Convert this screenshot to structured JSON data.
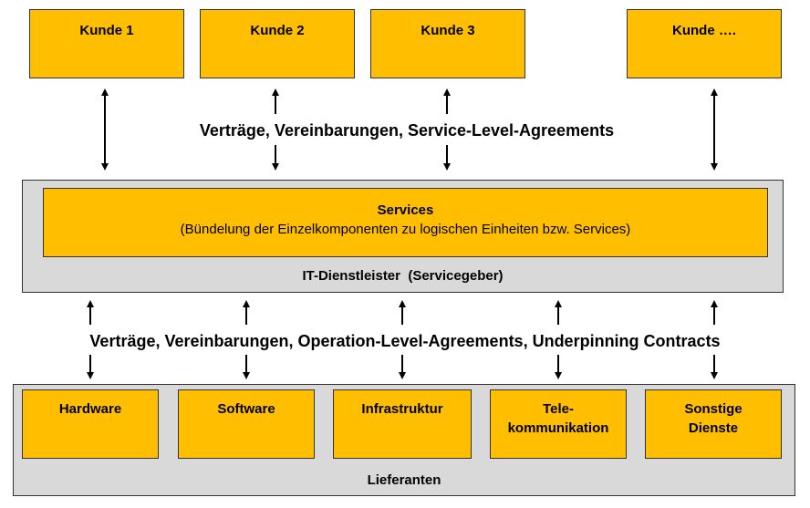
{
  "customers": [
    {
      "label": "Kunde  1"
    },
    {
      "label": "Kunde  2"
    },
    {
      "label": "Kunde  3"
    },
    {
      "label": "Kunde  …."
    }
  ],
  "customer_contracts_label": "Verträge, Vereinbarungen, Service-Level-Agreements",
  "provider": {
    "services_title": "Services",
    "services_subtitle": "(Bündelung  der  Einzelkomponenten  zu  logischen  Einheiten  bzw.  Services)",
    "provider_label": "IT-Dienstleister  (Servicegeber)"
  },
  "supplier_contracts_label": "Verträge, Vereinbarungen, Operation-Level-Agreements, Underpinning Contracts",
  "suppliers": {
    "label": "Lieferanten",
    "items": [
      {
        "lines": [
          "Hardware"
        ]
      },
      {
        "lines": [
          "Software"
        ]
      },
      {
        "lines": [
          "Infrastruktur"
        ]
      },
      {
        "lines": [
          "Tele-",
          "kommunikation"
        ]
      },
      {
        "lines": [
          "Sonstige",
          "Dienste"
        ]
      }
    ]
  },
  "colors": {
    "box_fill": "#FFBF00",
    "container_fill": "#D9D9D9",
    "border": "#333333"
  }
}
